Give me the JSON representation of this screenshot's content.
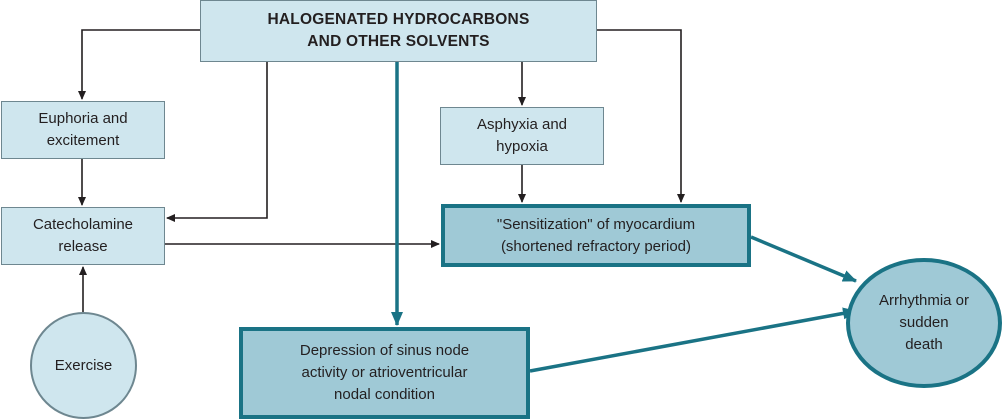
{
  "diagram": {
    "nodes": {
      "top": {
        "label": "HALOGENATED HYDROCARBONS\nAND OTHER SOLVENTS"
      },
      "euphoria": {
        "label": "Euphoria and\nexcitement"
      },
      "asphyxia": {
        "label": "Asphyxia and\nhypoxia"
      },
      "catecholamine": {
        "label": "Catecholamine\nrelease"
      },
      "sensitization": {
        "label": "\"Sensitization\" of myocardium\n(shortened refractory period)"
      },
      "exercise": {
        "label": "Exercise"
      },
      "arrhythmia": {
        "label": "Arrhythmia or\nsudden\ndeath"
      },
      "depression": {
        "label": "Depression of sinus node\nactivity or atrioventricular\nnodal condition"
      }
    },
    "colors": {
      "box_fill": "#cfe6ee",
      "highlight_fill": "#9fc9d6",
      "highlight_stroke": "#1a7385",
      "thin_stroke": "#6e8790",
      "arrow_black": "#231f20",
      "text": "#231f20"
    }
  }
}
